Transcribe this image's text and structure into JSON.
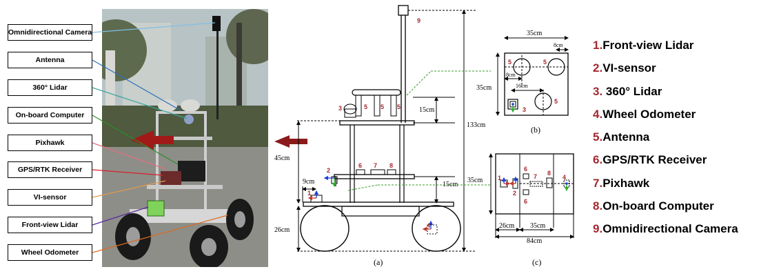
{
  "callouts": [
    "Omnidirectional Camera",
    "Antenna",
    "360° Lidar",
    "On-board Computer",
    "Pixhawk",
    "GPS/RTK Receiver",
    "VI-sensor",
    "Front-view Lidar",
    "Wheel Odometer"
  ],
  "legend": [
    {
      "num": "1.",
      "label": "Front-view Lidar"
    },
    {
      "num": "2.",
      "label": "VI-sensor"
    },
    {
      "num": "3.",
      "label": " 360° Lidar"
    },
    {
      "num": "4.",
      "label": "Wheel Odometer"
    },
    {
      "num": "5.",
      "label": "Antenna"
    },
    {
      "num": "6.",
      "label": "GPS/RTK Receiver"
    },
    {
      "num": "7.",
      "label": "Pixhawk"
    },
    {
      "num": "8.",
      "label": "On-board  Computer"
    },
    {
      "num": "9.",
      "label": "Omnidirectional Camera"
    }
  ],
  "side_view": {
    "caption": "(a)",
    "dim_45": "45cm",
    "dim_9": "9cm",
    "dim_26": "26cm",
    "dim_15_top": "15cm",
    "dim_15_mid": "15cm",
    "dim_133": "133cm",
    "marker_9": "9",
    "marker_3": "3",
    "marker_5": "5",
    "marker_2": "2",
    "marker_1": "1",
    "marker_4": "4",
    "marker_6": "6",
    "marker_7": "7",
    "marker_8": "8"
  },
  "top_view_b": {
    "caption": "(b)",
    "dim_35_width": "35cm",
    "dim_35_height": "35cm",
    "dim_8_top": "8cm",
    "dim_8_left": "8cm",
    "dim_16": "16cm",
    "marker_5": "5",
    "marker_3": "3"
  },
  "top_view_c": {
    "caption": "(c)",
    "dim_35_height": "35cm",
    "dim_26": "26cm",
    "dim_35_mid": "35cm",
    "dim_84": "84cm",
    "marker_1": "1",
    "marker_2": "2",
    "marker_4": "4",
    "marker_6": "6",
    "marker_7": "7",
    "marker_8": "8"
  },
  "colors": {
    "marker_red": "#a4282f",
    "arrow_red": "#8b1a1a",
    "dashed_green": "#3a9a2a",
    "axis_blue": "#1f3fd8",
    "axis_green": "#2fae2f"
  }
}
